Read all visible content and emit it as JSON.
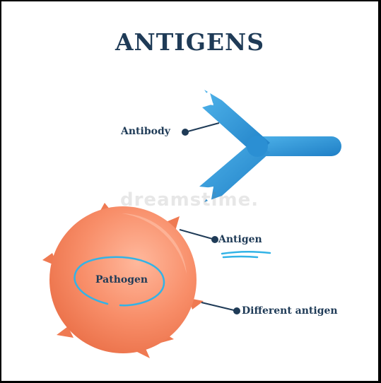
{
  "diagram": {
    "title": "ANTIGENS",
    "labels": {
      "antibody": "Antibody",
      "antigen": "Antigen",
      "pathogen": "Pathogen",
      "different_antigen": "Different antigen"
    },
    "watermark": "dreamstime.",
    "colors": {
      "title": "#1f3b57",
      "antibody": "#2b8fd3",
      "pathogen": "#f0835d",
      "annotation": "#33b3e6"
    }
  }
}
